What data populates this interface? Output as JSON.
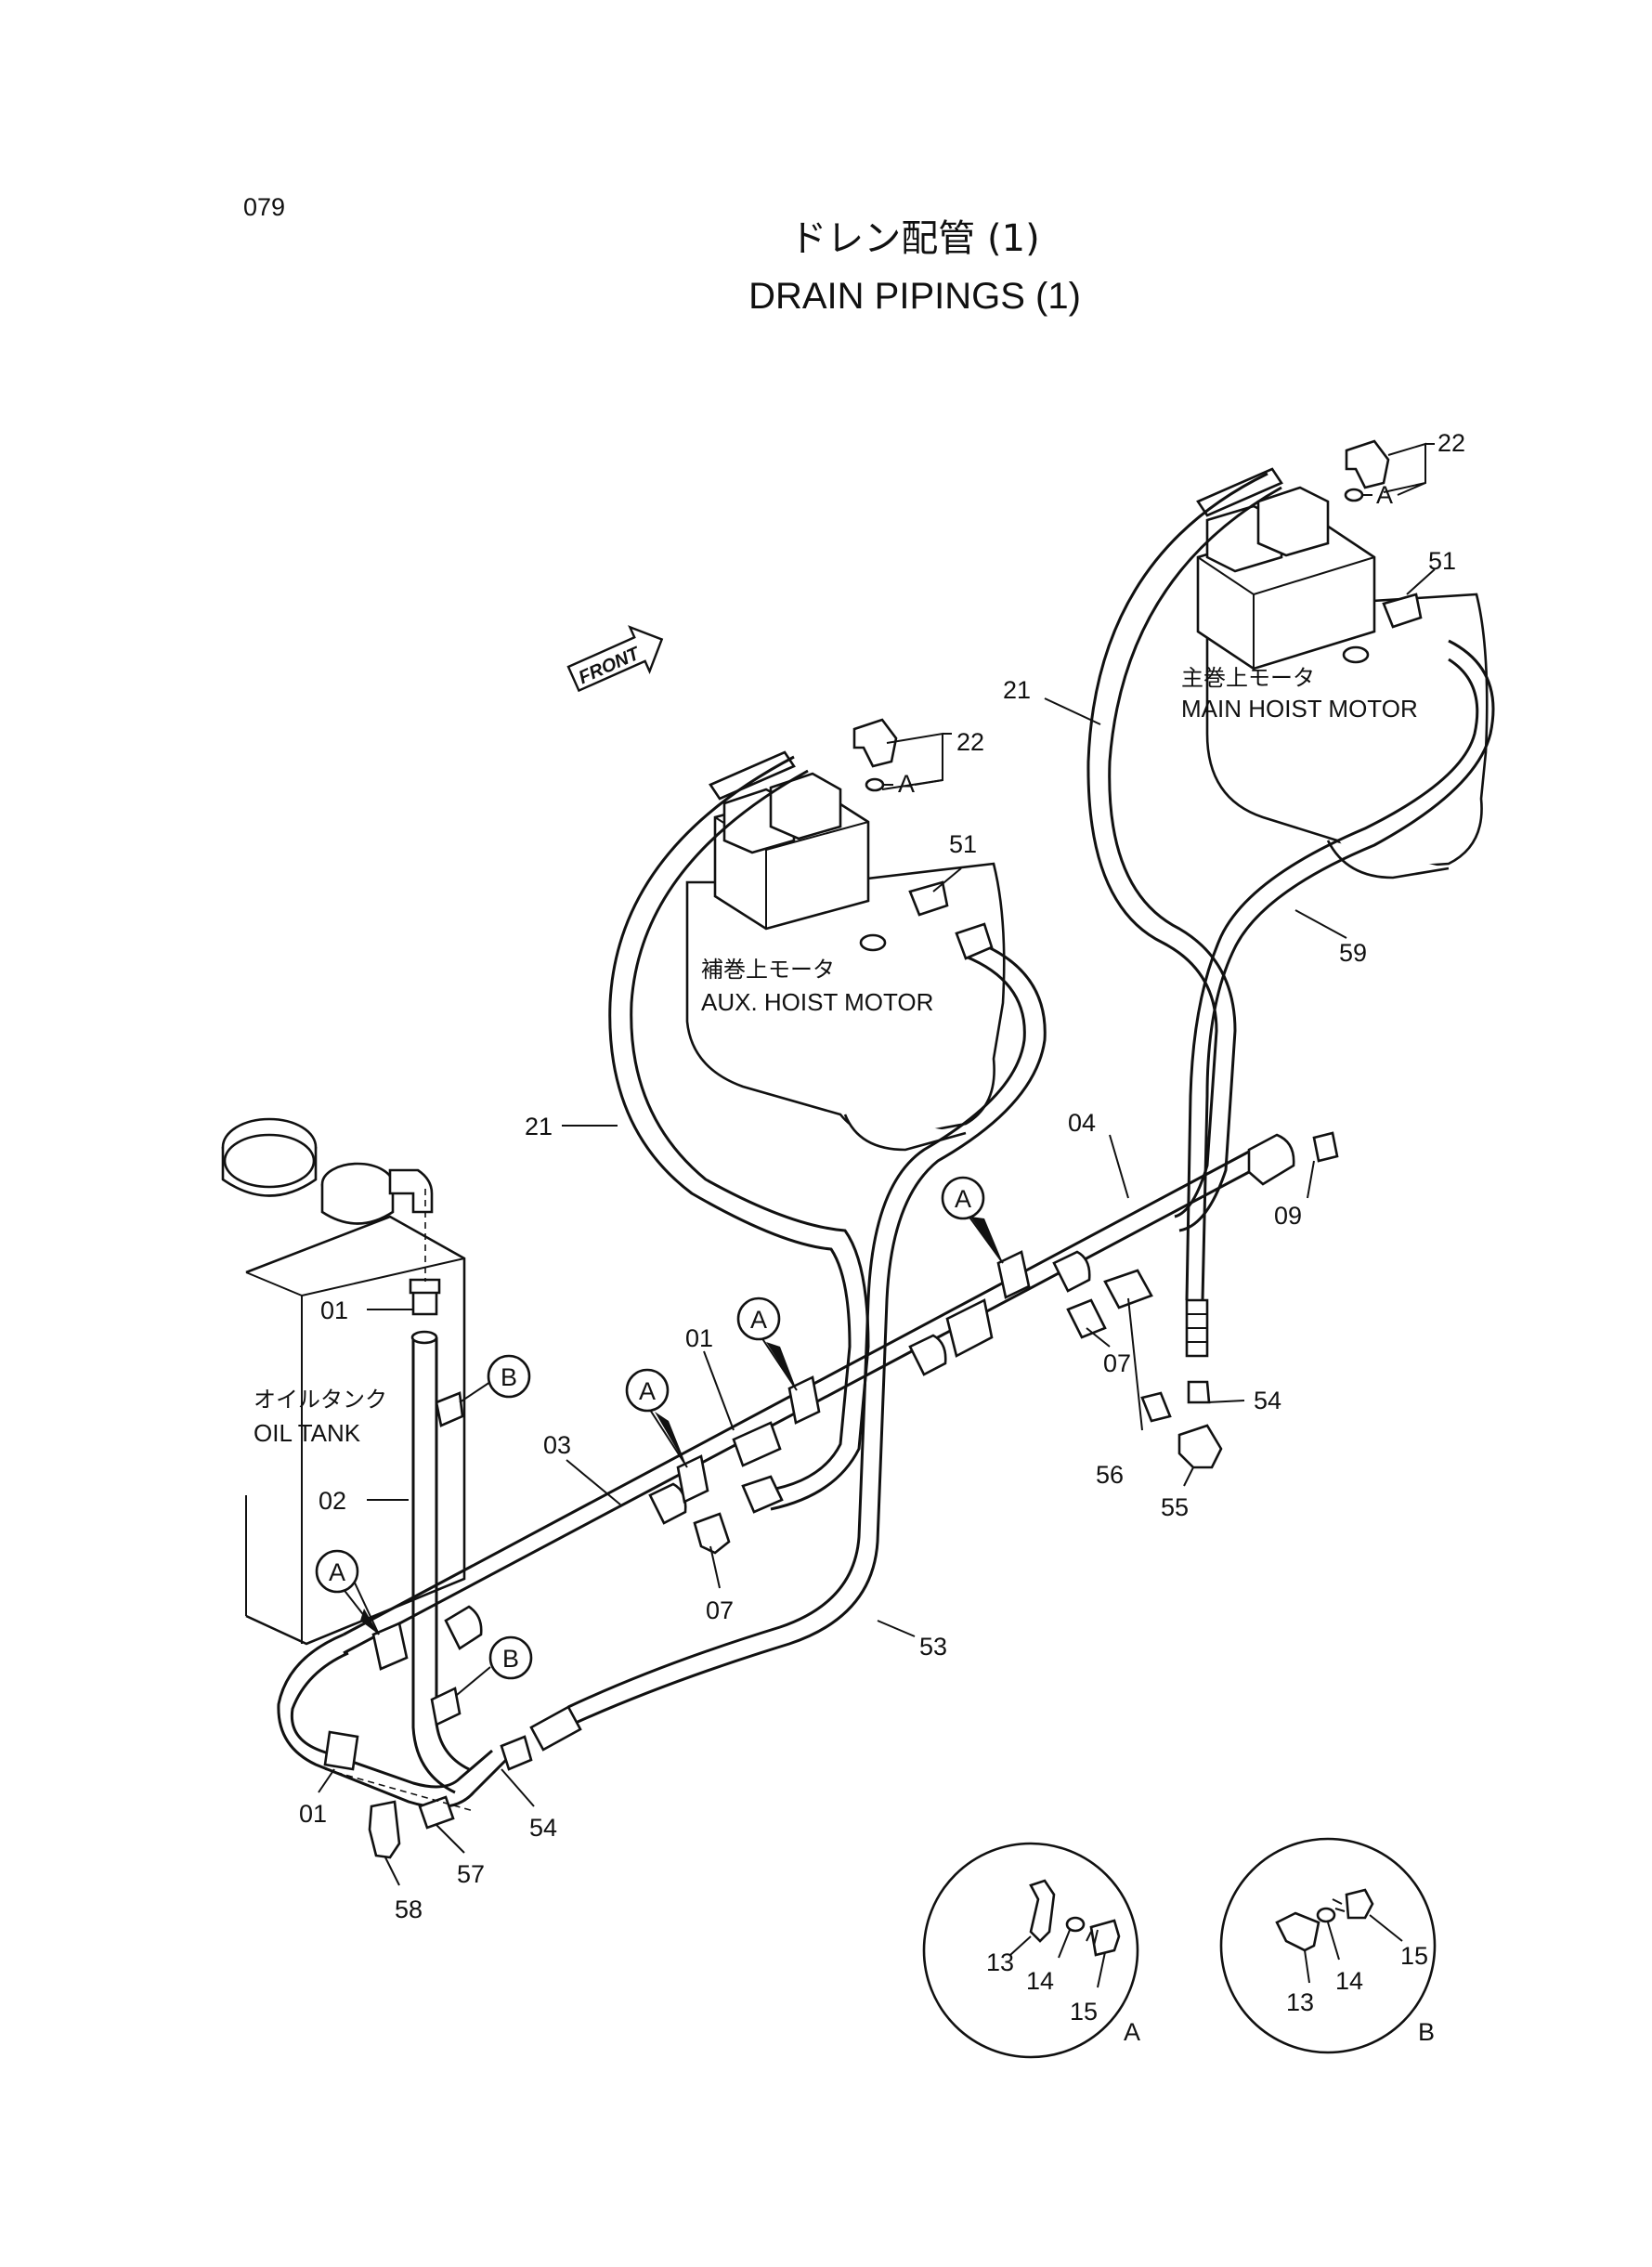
{
  "page_number": "079",
  "title": {
    "japanese": "ドレン配管 (1)",
    "english": "DRAIN PIPINGS (1)"
  },
  "front_marker": "FRONT",
  "components": {
    "main_hoist_motor": {
      "japanese": "主巻上モータ",
      "english": "MAIN HOIST MOTOR"
    },
    "aux_hoist_motor": {
      "japanese": "補巻上モータ",
      "english": "AUX. HOIST MOTOR"
    },
    "oil_tank": {
      "japanese": "オイルタンク",
      "english": "OIL TANK"
    }
  },
  "part_labels": {
    "p22_main": "22",
    "a_main": "A",
    "p51_main": "51",
    "p21_main": "21",
    "p59": "59",
    "p22_aux": "22",
    "a_aux": "A",
    "p51_aux": "51",
    "p21_aux": "21",
    "p04": "04",
    "p09": "09",
    "p07_right": "07",
    "p54_right": "54",
    "p56": "56",
    "p55": "55",
    "p01_tank": "01",
    "p01_mid": "01",
    "p01_bottom": "01",
    "p03": "03",
    "p02": "02",
    "p07_mid": "07",
    "p53": "53",
    "p54_bottom": "54",
    "p57": "57",
    "p58": "58"
  },
  "clamp_markers": {
    "a_left": "A",
    "a_mid": "A",
    "a_center": "A",
    "a_right": "A",
    "b_upper": "B",
    "b_lower": "B"
  },
  "detail_views": {
    "A": {
      "caption": "A",
      "p13": "13",
      "p14": "14",
      "p15": "15"
    },
    "B": {
      "caption": "B",
      "p13": "13",
      "p14": "14",
      "p15": "15"
    }
  }
}
